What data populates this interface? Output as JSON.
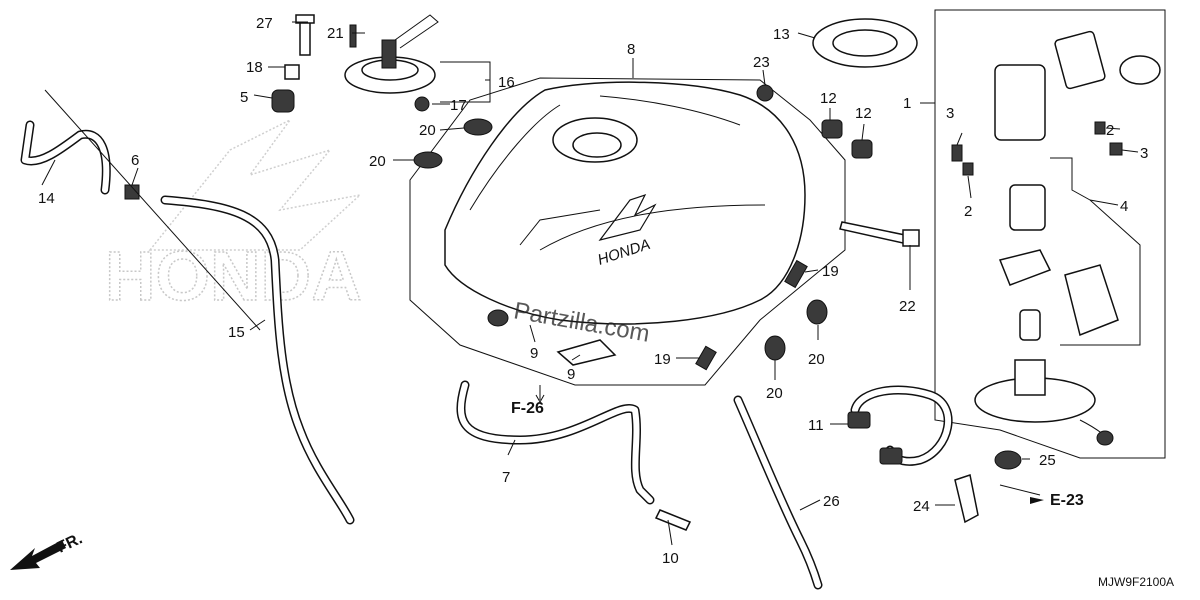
{
  "diagram": {
    "code": "MJW9F2100A",
    "watermark": "Partzilla.com",
    "background_brand": "HONDA",
    "tank_brand": "HONDA",
    "direction_label": "FR.",
    "refs": {
      "f26": "F-26",
      "e23": "E-23"
    },
    "callouts": {
      "c1": "1",
      "c2a": "2",
      "c2b": "2",
      "c3a": "3",
      "c3b": "3",
      "c4": "4",
      "c5": "5",
      "c6": "6",
      "c7": "7",
      "c8": "8",
      "c9a": "9",
      "c9b": "9",
      "c10": "10",
      "c11": "11",
      "c12a": "12",
      "c12b": "12",
      "c13": "13",
      "c14": "14",
      "c15": "15",
      "c16": "16",
      "c17": "17",
      "c18": "18",
      "c19a": "19",
      "c19b": "19",
      "c20a": "20",
      "c20b": "20",
      "c20c": "20",
      "c20d": "20",
      "c21": "21",
      "c22": "22",
      "c23": "23",
      "c24": "24",
      "c25": "25",
      "c26": "26",
      "c27": "27"
    }
  }
}
